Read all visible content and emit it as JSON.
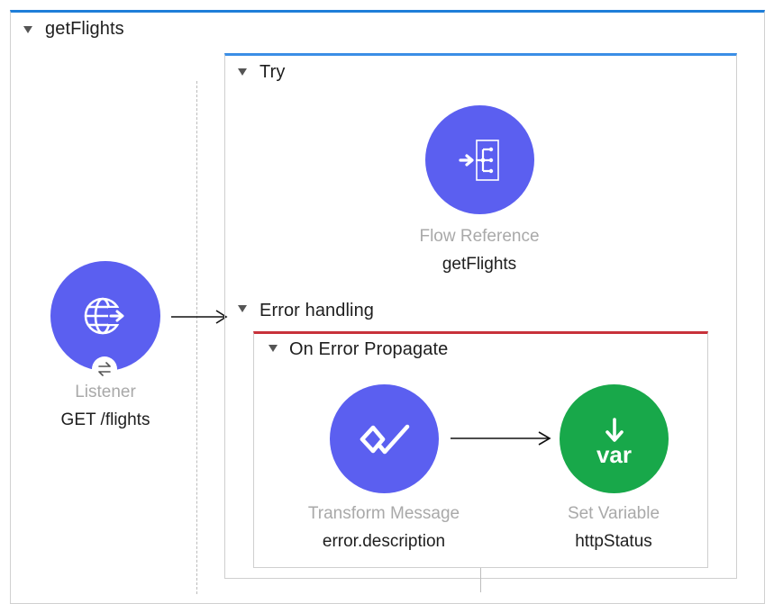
{
  "flow": {
    "name": "getFlights",
    "source": {
      "type": "Listener",
      "name": "GET /flights",
      "icon": "globe-listener-icon",
      "badge_icon": "exchange-arrows-icon"
    }
  },
  "try_scope": {
    "title": "Try",
    "component": {
      "type": "Flow Reference",
      "name": "getFlights",
      "icon": "flow-reference-icon"
    }
  },
  "error_handling": {
    "title": "Error handling",
    "on_error": {
      "title": "On Error Propagate",
      "components": [
        {
          "type": "Transform Message",
          "name": "error.description",
          "icon": "dataweave-transform-icon"
        },
        {
          "type": "Set Variable",
          "name": "httpStatus",
          "icon": "set-variable-icon",
          "icon_text": "var"
        }
      ]
    }
  },
  "colors": {
    "flow_header": "#1f7ed9",
    "try_header": "#3b8ee6",
    "error_header": "#c8323a",
    "processor_blue": "#5b5ff0",
    "processor_green": "#18a84a"
  }
}
